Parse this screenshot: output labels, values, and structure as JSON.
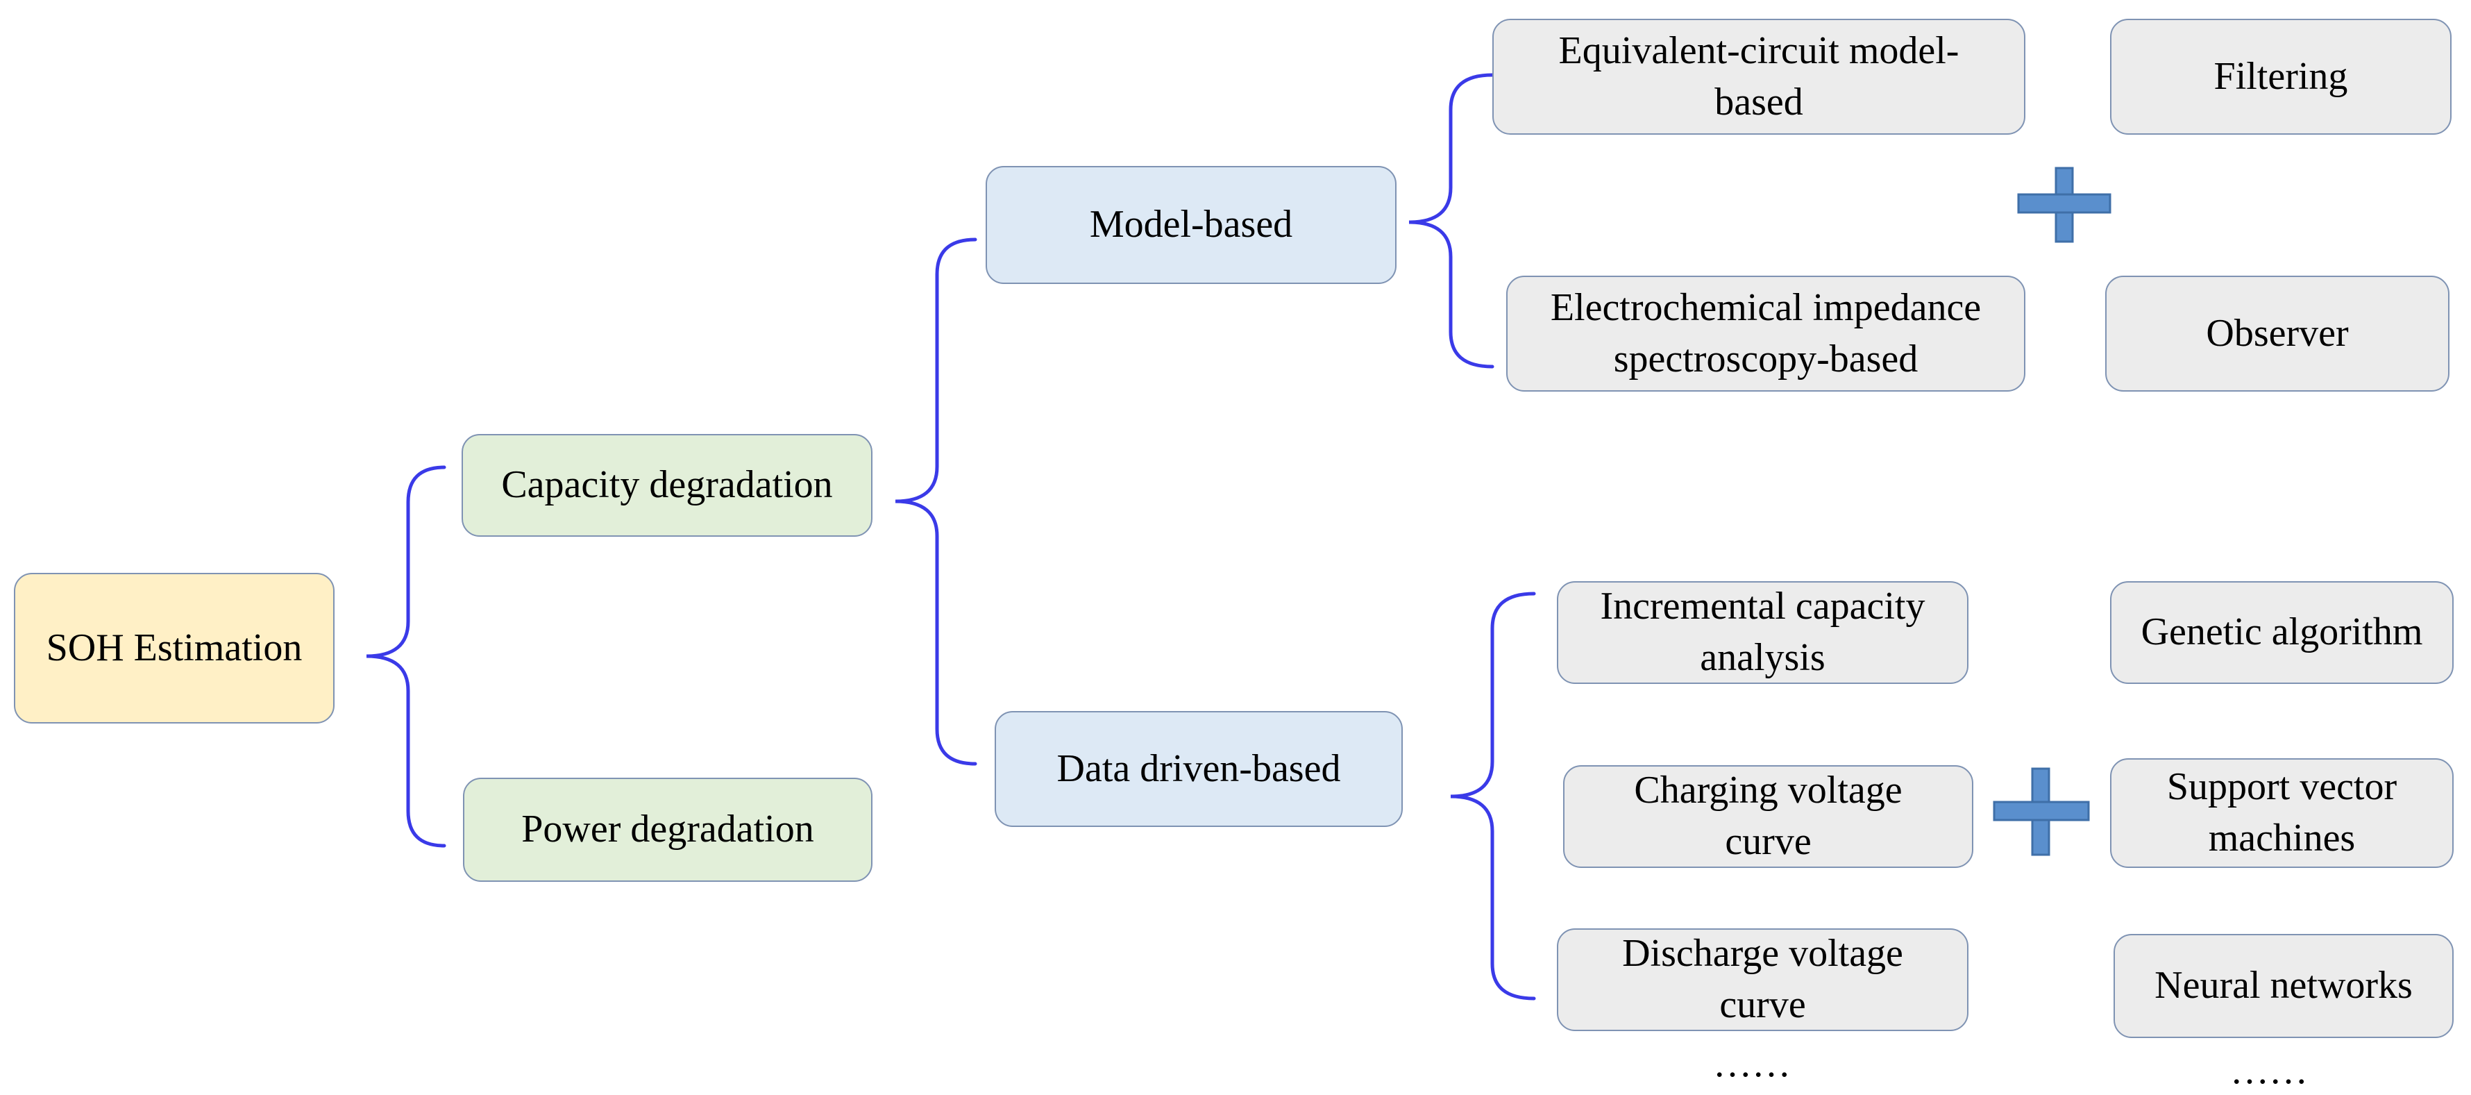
{
  "colors": {
    "root_fill": "#fff0c6",
    "level1_fill": "#e2efd9",
    "level2_fill": "#dde9f5",
    "leaf_fill": "#ececec",
    "connector": "#3a3ae8",
    "plus_fill": "#5a8fcd",
    "plus_stroke": "#3f6fa8"
  },
  "root": {
    "label": "SOH Estimation"
  },
  "degradation": {
    "capacity": "Capacity degradation",
    "power": "Power degradation"
  },
  "methods": {
    "model_based": "Model-based",
    "data_driven": "Data driven-based"
  },
  "model_based_types": {
    "equivalent_circuit": "Equivalent-circuit model-\nbased",
    "eis": "Electrochemical impedance\nspectroscopy-based"
  },
  "model_based_algorithms": {
    "filtering": "Filtering",
    "observer": "Observer"
  },
  "data_driven_features": {
    "ica": "Incremental capacity\nanalysis",
    "charging": "Charging voltage\ncurve",
    "discharge": "Discharge voltage\ncurve",
    "more": "……"
  },
  "data_driven_algorithms": {
    "ga": "Genetic algorithm",
    "svm": "Support vector\nmachines",
    "nn": "Neural networks",
    "more": "……"
  },
  "icons": {
    "plus_top": "plus-icon",
    "plus_bottom": "plus-icon"
  }
}
